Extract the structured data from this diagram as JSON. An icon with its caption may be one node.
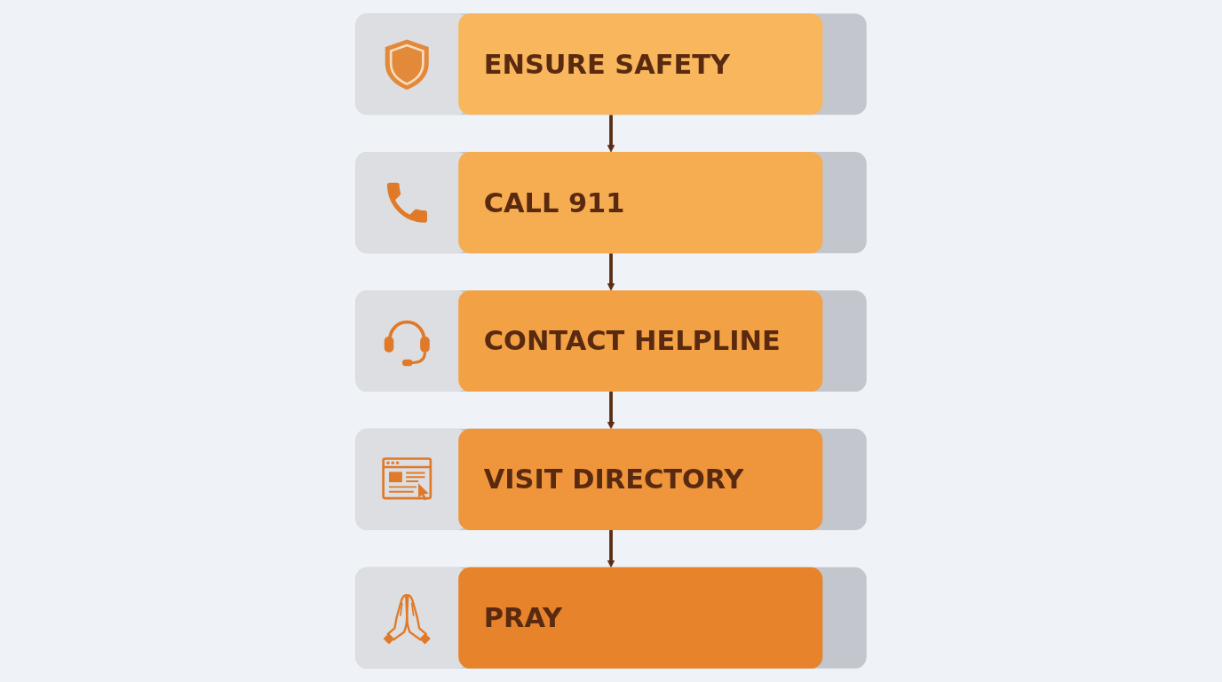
{
  "diagram": {
    "nodes": [
      {
        "text": [
          "ENSURE SAFETY"
        ]
      },
      {
        "text": [
          "CALL 911"
        ]
      },
      {
        "text": [
          "CONTACT HELPLINE"
        ]
      },
      {
        "text": [
          "VISIT DIRECTORY"
        ]
      },
      {
        "text": [
          "PRAY"
        ]
      }
    ],
    "edges": [
      {
        "from": 0,
        "to": 1,
        "arrow": "to"
      },
      {
        "from": 1,
        "to": 2,
        "arrow": "to"
      },
      {
        "from": 2,
        "to": 3,
        "arrow": "to"
      },
      {
        "from": 3,
        "to": 4,
        "arrow": "to"
      }
    ]
  }
}
